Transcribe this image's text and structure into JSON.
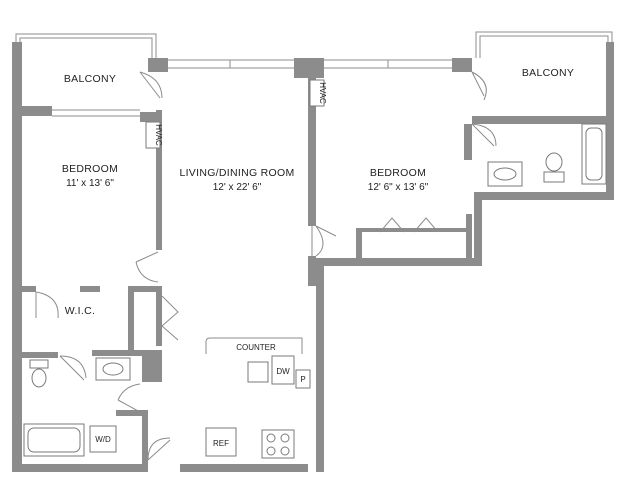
{
  "rooms": {
    "balcony_left": {
      "label": "BALCONY"
    },
    "balcony_right": {
      "label": "BALCONY"
    },
    "bedroom_left": {
      "label": "BEDROOM",
      "dims": "11' x 13' 6\""
    },
    "living_dining": {
      "label": "LIVING/DINING ROOM",
      "dims": "12' x 22' 6\""
    },
    "bedroom_right": {
      "label": "BEDROOM",
      "dims": "12' 6\" x 13' 6\""
    },
    "walk_in_closet": {
      "label": "W.I.C."
    }
  },
  "fixtures": {
    "hvac_left": "HVAC",
    "hvac_center": "HVAC",
    "counter": "COUNTER",
    "dishwasher": "DW",
    "pantry": "P",
    "refrigerator": "REF",
    "washer_dryer": "W/D"
  }
}
